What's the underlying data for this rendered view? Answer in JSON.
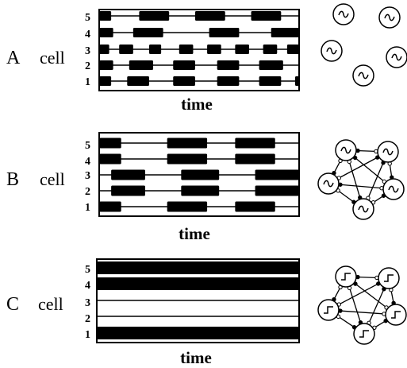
{
  "panels": [
    {
      "letter": "A",
      "cell_label": "cell",
      "time_label": "time",
      "row_labels": [
        "5",
        "4",
        "3",
        "2",
        "1"
      ],
      "rows": [
        [
          [
            0.0,
            0.06
          ],
          [
            0.2,
            0.35
          ],
          [
            0.48,
            0.63
          ],
          [
            0.76,
            0.91
          ]
        ],
        [
          [
            0.0,
            0.07
          ],
          [
            0.17,
            0.32
          ],
          [
            0.55,
            0.7
          ],
          [
            0.86,
            1.0
          ]
        ],
        [
          [
            0.0,
            0.05
          ],
          [
            0.1,
            0.17
          ],
          [
            0.25,
            0.31
          ],
          [
            0.4,
            0.47
          ],
          [
            0.54,
            0.61
          ],
          [
            0.68,
            0.75
          ],
          [
            0.82,
            0.89
          ],
          [
            0.94,
            1.0
          ]
        ],
        [
          [
            0.0,
            0.07
          ],
          [
            0.15,
            0.27
          ],
          [
            0.37,
            0.48
          ],
          [
            0.59,
            0.7
          ],
          [
            0.8,
            0.92
          ]
        ],
        [
          [
            0.0,
            0.06
          ],
          [
            0.14,
            0.25
          ],
          [
            0.37,
            0.48
          ],
          [
            0.59,
            0.7
          ],
          [
            0.8,
            0.91
          ],
          [
            0.98,
            1.0
          ]
        ]
      ],
      "network": {
        "type": "uncoupled",
        "symbol": "sine"
      }
    },
    {
      "letter": "B",
      "cell_label": "cell",
      "time_label": "time",
      "row_labels": [
        "5",
        "4",
        "3",
        "2",
        "1"
      ],
      "rows": [
        [
          [
            0.0,
            0.11
          ],
          [
            0.34,
            0.54
          ],
          [
            0.68,
            0.88
          ]
        ],
        [
          [
            0.0,
            0.11
          ],
          [
            0.34,
            0.54
          ],
          [
            0.68,
            0.88
          ]
        ],
        [
          [
            0.06,
            0.23
          ],
          [
            0.41,
            0.6
          ],
          [
            0.78,
            1.0
          ]
        ],
        [
          [
            0.06,
            0.23
          ],
          [
            0.41,
            0.6
          ],
          [
            0.78,
            1.0
          ]
        ],
        [
          [
            0.0,
            0.11
          ],
          [
            0.34,
            0.54
          ],
          [
            0.68,
            0.88
          ]
        ]
      ],
      "network": {
        "type": "coupled",
        "symbol": "sine"
      }
    },
    {
      "letter": "C",
      "cell_label": "cell",
      "time_label": "time",
      "row_labels": [
        "5",
        "4",
        "3",
        "2",
        "1"
      ],
      "rows": [
        [
          [
            0.0,
            1.0
          ]
        ],
        [
          [
            0.0,
            1.0
          ]
        ],
        [],
        [],
        [
          [
            0.0,
            1.0
          ]
        ]
      ],
      "network": {
        "type": "coupled",
        "symbol": "step"
      }
    }
  ]
}
